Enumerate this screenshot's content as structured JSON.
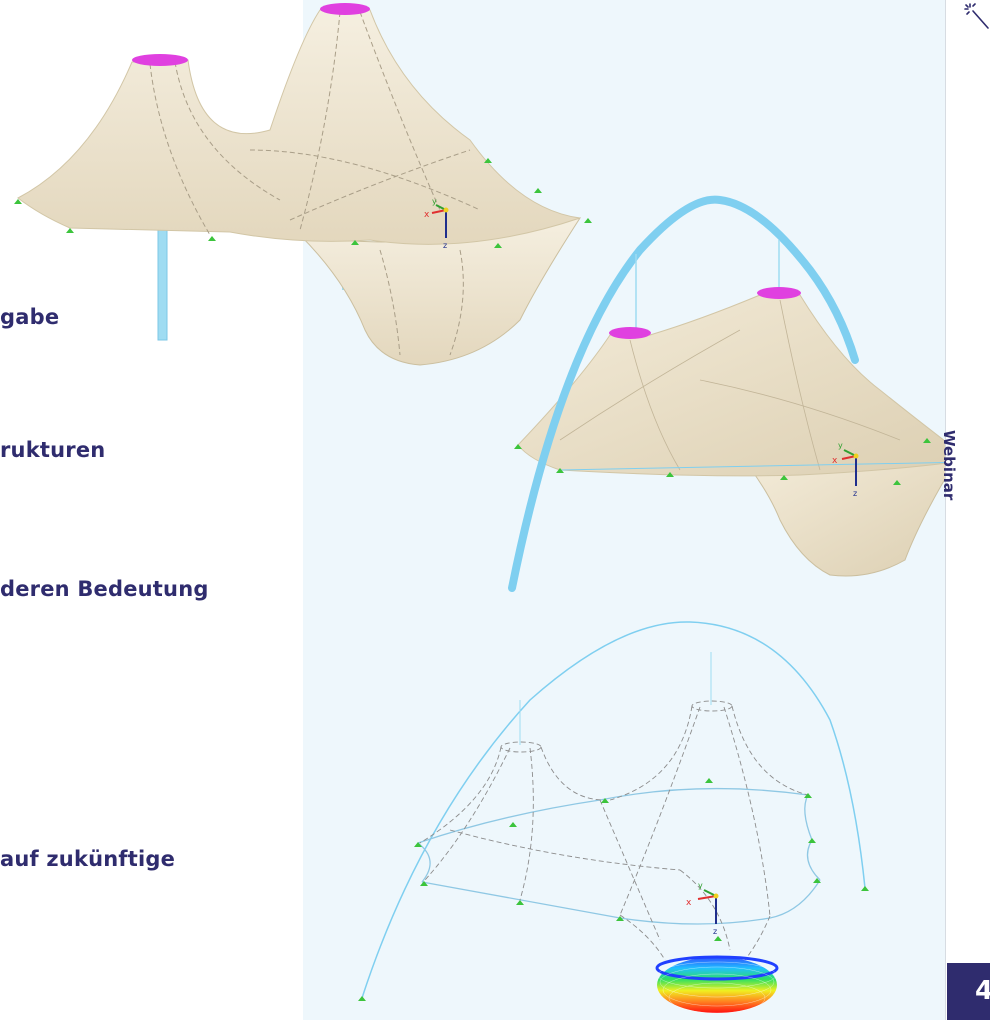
{
  "slide": {
    "bullets": [
      "gabe",
      "rukturen",
      "deren Bedeutung",
      "auf zukünftige"
    ],
    "sidebar": {
      "vertical_label": "Webinar",
      "page_number": "4"
    },
    "axis_labels": {
      "x": "x",
      "y": "y",
      "z": "z"
    }
  },
  "colors": {
    "title_text": "#2f2c6e",
    "panel_bg": "#eef7fc",
    "membrane": "#f0e8d4",
    "mast_top": "#e040e0",
    "arch": "#7fcff0",
    "support": "#3cc43c"
  },
  "icons": [
    "wand-icon",
    "axis-icon",
    "support-icon"
  ]
}
